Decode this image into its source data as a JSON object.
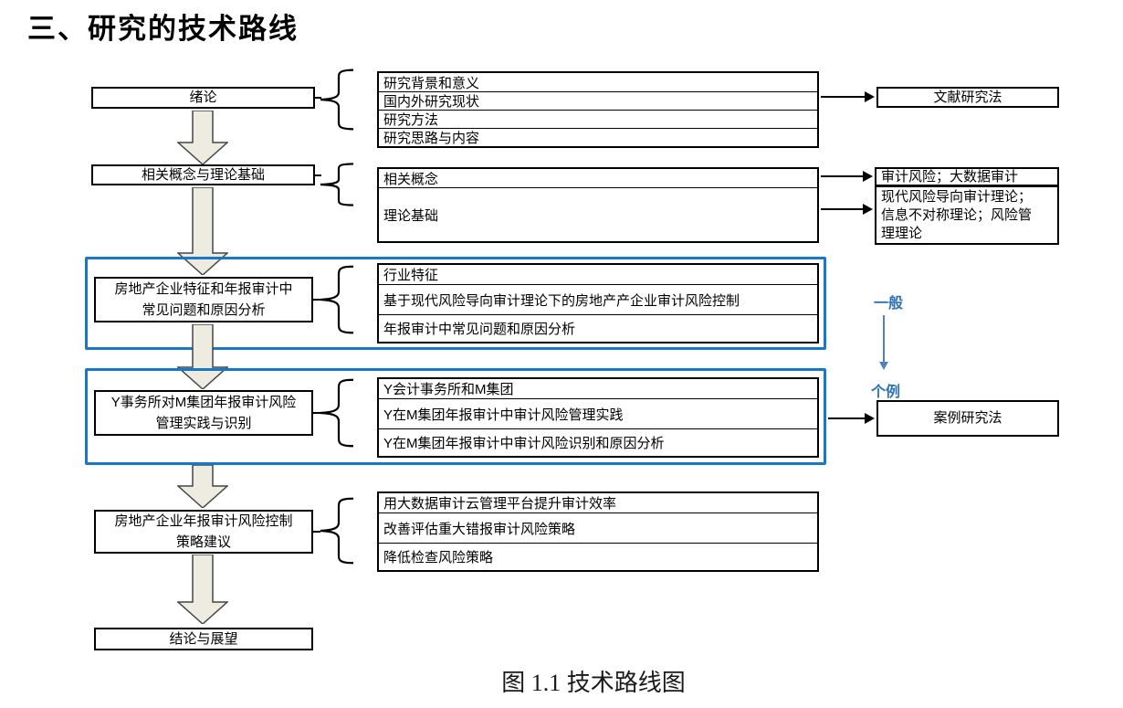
{
  "page": {
    "title": "三、研究的技术路线",
    "caption": "图 1.1  技术路线图"
  },
  "colors": {
    "highlight_border": "#1878c8",
    "block_arrow_fill": "#eeece1",
    "annotation_blue": "#2e74b5"
  },
  "flow": {
    "stages": [
      {
        "label": "绪论",
        "details": [
          "研究背景和意义",
          "国内外研究现状",
          "研究方法",
          "研究思路与内容"
        ],
        "method": "文献研究法"
      },
      {
        "label": "相关概念与理论基础",
        "details": [
          "相关概念",
          "理论基础"
        ],
        "outputs": [
          "审计风险；大数据审计",
          "现代风险导向审计理论；信息不对称理论；风险管理理论"
        ]
      },
      {
        "label_lines": [
          "房地产企业特征和年报审计中",
          "常见问题和原因分析"
        ],
        "details": [
          "行业特征",
          "基于现代风险导向审计理论下的房地产产企业审计风险控制",
          "年报审计中常见问题和原因分析"
        ],
        "highlighted": true
      },
      {
        "label_lines": [
          "Y事务所对M集团年报审计风险",
          "管理实践与识别"
        ],
        "details": [
          "Y会计事务所和M集团",
          "Y在M集团年报审计中审计风险管理实践",
          "Y在M集团年报审计中审计风险识别和原因分析"
        ],
        "method": "案例研究法",
        "highlighted": true
      },
      {
        "label_lines": [
          "房地产企业年报审计风险控制",
          "策略建议"
        ],
        "details": [
          "用大数据审计云管理平台提升审计效率",
          "改善评估重大错报审计风险策略",
          "降低检查风险策略"
        ]
      },
      {
        "label": "结论与展望"
      }
    ],
    "annotations": {
      "general": "一般",
      "specific": "个例"
    }
  }
}
